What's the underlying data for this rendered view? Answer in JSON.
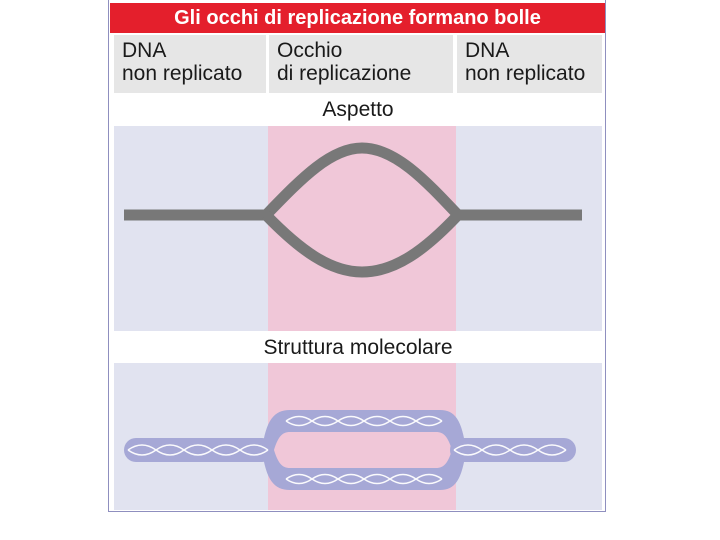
{
  "title": "Gli occhi di replicazione formano bolle",
  "columns": [
    {
      "line1": "DNA",
      "line2": "non replicato"
    },
    {
      "line1": "Occhio",
      "line2": "di replicazione"
    },
    {
      "line1": "DNA",
      "line2": "non replicato"
    }
  ],
  "sections": {
    "appearance": "Aspetto",
    "structure": "Struttura molecolare"
  },
  "colors": {
    "title_red": "#e41f2c",
    "side_panel": "#e1e3f0",
    "middle_panel": "#f0c7d8",
    "dna_gray": "#787878",
    "helix_blue": "#a6a8d6"
  }
}
